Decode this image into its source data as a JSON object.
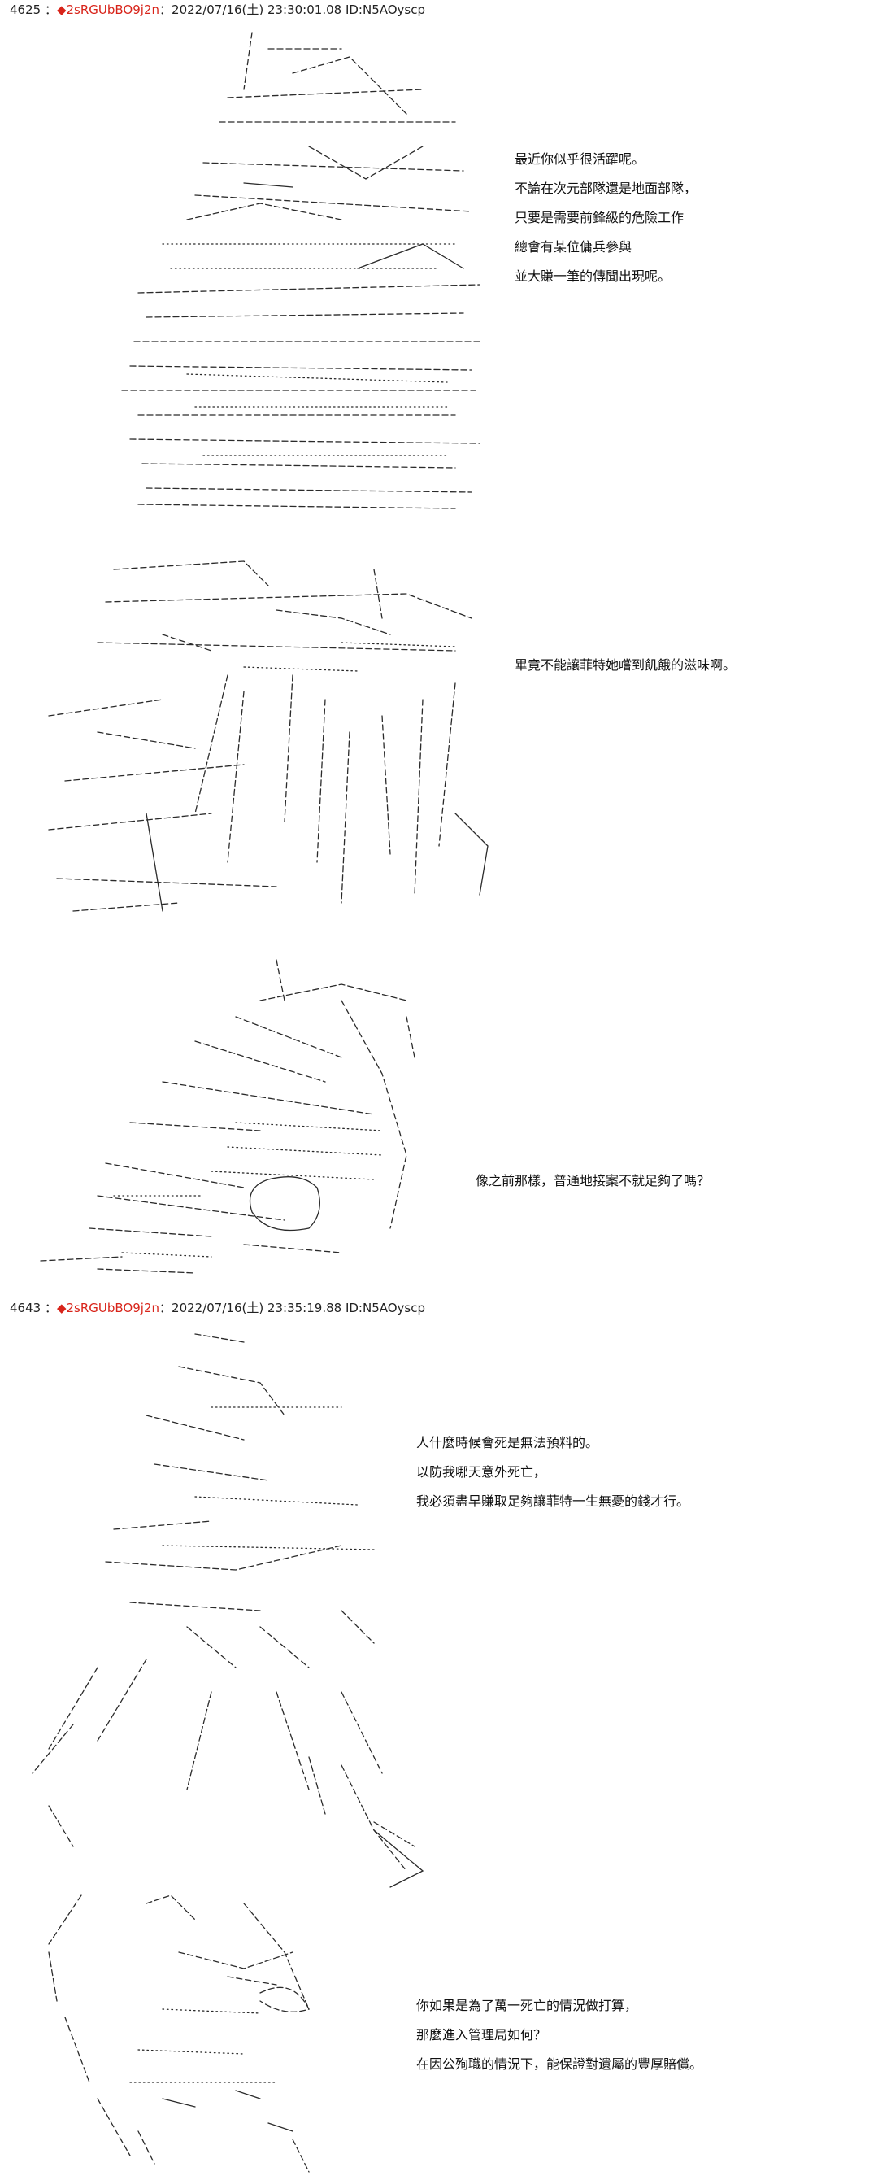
{
  "posts": [
    {
      "number": "4625",
      "trip": "◆2sRGUbBO9j2n",
      "meta": "2022/07/16(土) 23:30:01.08 ID:N5AOyscp",
      "panels": [
        {
          "icon": "robot-commander-ascii-art",
          "lines": [
            "最近你似乎很活躍呢。",
            "不論在次元部隊還是地面部隊，",
            "只要是需要前鋒級的危險工作",
            "總會有某位傭兵參與",
            "並大賺一筆的傳聞出現呢。"
          ]
        },
        {
          "icon": "mecha-pilot-ascii-art",
          "lines": [
            "畢竟不能讓菲特她嚐到飢餓的滋味啊。"
          ]
        },
        {
          "icon": "helmeted-figure-ascii-art",
          "lines": [
            "像之前那樣，普通地接案不就足夠了嗎？"
          ]
        }
      ]
    },
    {
      "number": "4643",
      "trip": "◆2sRGUbBO9j2n",
      "meta": "2022/07/16(土) 23:35:19.88 ID:N5AOyscp",
      "panels": [
        {
          "icon": "standing-character-ascii-art",
          "lines": [
            "人什麼時候會死是無法預料的。",
            "以防我哪天意外死亡，",
            "我必須盡早賺取足夠讓菲特一生無憂的錢才行。"
          ]
        },
        {
          "icon": "face-closeup-ascii-art",
          "lines": [
            "你如果是為了萬一死亡的情況做打算，",
            "那麼進入管理局如何？",
            "在因公殉職的情況下，能保證對遺屬的豐厚賠償。"
          ]
        }
      ]
    }
  ]
}
